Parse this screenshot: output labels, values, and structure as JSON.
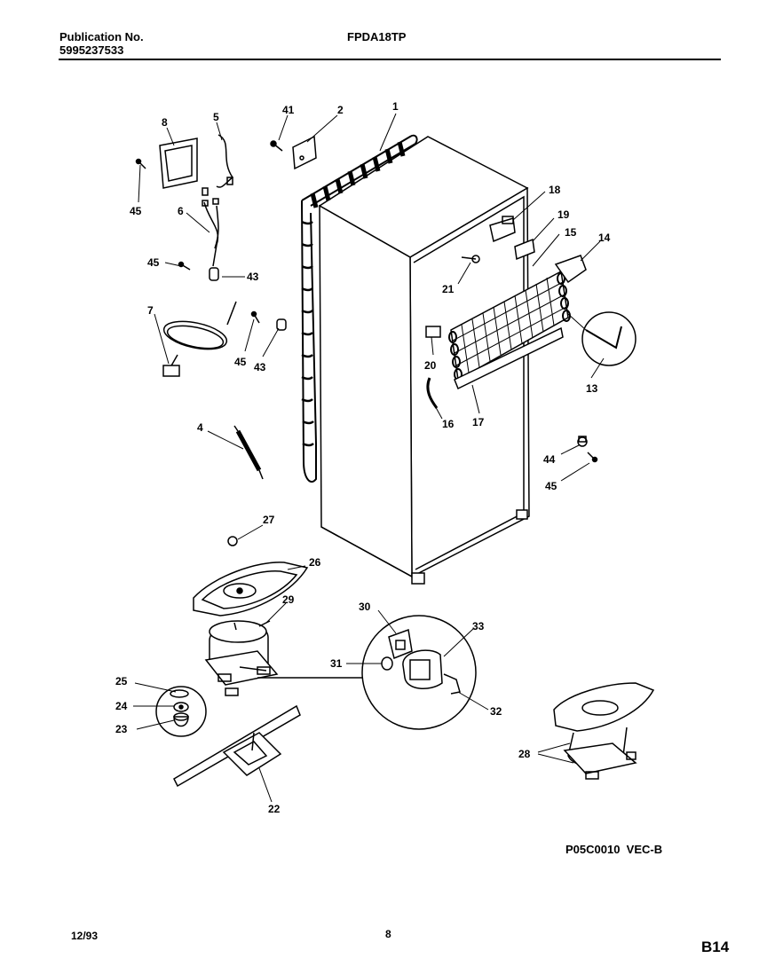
{
  "header": {
    "publication_label": "Publication No.",
    "publication_number": "5995237533",
    "model": "FPDA18TP"
  },
  "callouts": {
    "c1": "1",
    "c2": "2",
    "c4": "4",
    "c5": "5",
    "c6": "6",
    "c7": "7",
    "c8": "8",
    "c13": "13",
    "c14": "14",
    "c15": "15",
    "c16": "16",
    "c17": "17",
    "c18": "18",
    "c19": "19",
    "c20": "20",
    "c21": "21",
    "c22": "22",
    "c23": "23",
    "c24": "24",
    "c25": "25",
    "c26": "26",
    "c27": "27",
    "c28": "28",
    "c29": "29",
    "c30": "30",
    "c31": "31",
    "c32": "32",
    "c33": "33",
    "c41": "41",
    "c43a": "43",
    "c43b": "43",
    "c44": "44",
    "c45a": "45",
    "c45b": "45",
    "c45c": "45",
    "c45d": "45"
  },
  "footer": {
    "diagram_code": "P05C0010  VEC-B",
    "date": "12/93",
    "page": "8",
    "section": "B14"
  }
}
